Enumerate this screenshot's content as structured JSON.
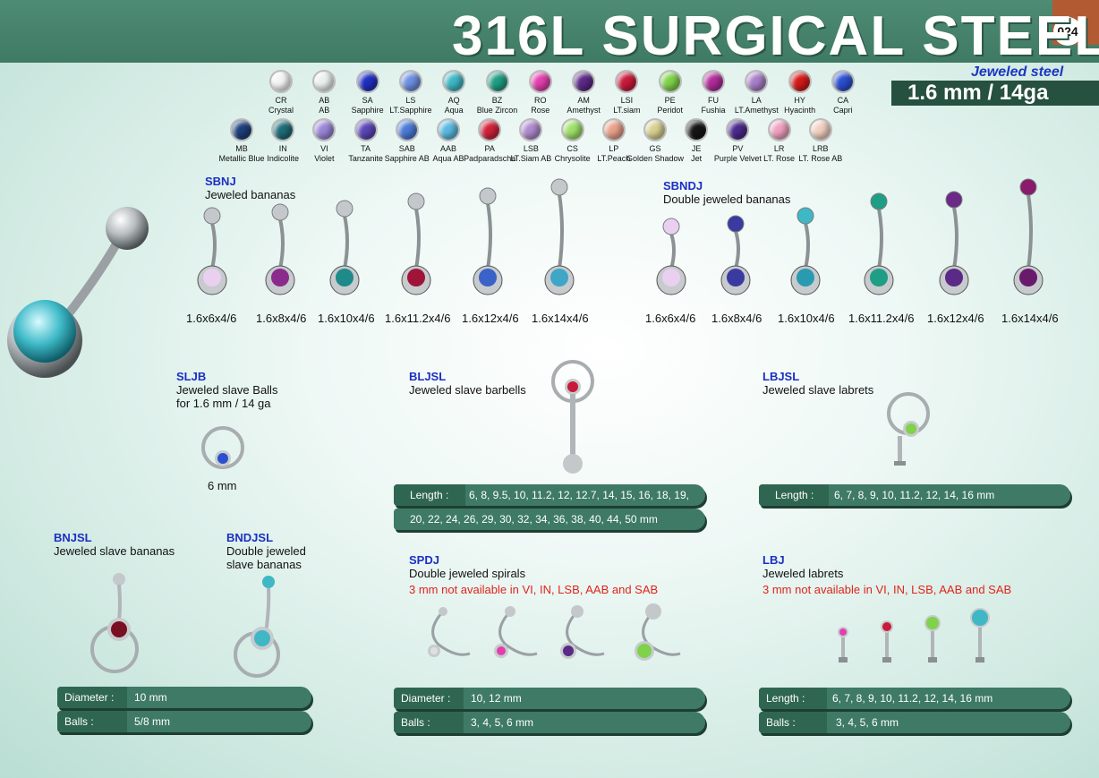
{
  "header": {
    "title": "316L SURGICAL STEEL",
    "page_number": "024",
    "subtitle": "Jeweled steel",
    "size": "1.6 mm / 14ga"
  },
  "colors": {
    "header_band": "#4e8c74",
    "bar_fill": "#3e7a65",
    "code_blue": "#1b2fc4",
    "note_red": "#e0241a",
    "page_tab": "#b25a32"
  },
  "gem_colors": {
    "row1": [
      {
        "code": "CR",
        "name": "Crystal",
        "hex": "#f4f4f4"
      },
      {
        "code": "AB",
        "name": "AB",
        "hex": "#e9f1ee"
      },
      {
        "code": "SA",
        "name": "Sapphire",
        "hex": "#1f2fc0"
      },
      {
        "code": "LS",
        "name": "LT.Sapphire",
        "hex": "#6c8fe0"
      },
      {
        "code": "AQ",
        "name": "Aqua",
        "hex": "#3fb7c4"
      },
      {
        "code": "BZ",
        "name": "Blue Zircon",
        "hex": "#1e9e84"
      },
      {
        "code": "RO",
        "name": "Rose",
        "hex": "#e23fae"
      },
      {
        "code": "AM",
        "name": "Amethyst",
        "hex": "#5b2a86"
      },
      {
        "code": "LSI",
        "name": "LT.siam",
        "hex": "#c81a3a"
      },
      {
        "code": "PE",
        "name": "Peridot",
        "hex": "#7fd24a"
      },
      {
        "code": "FU",
        "name": "Fushia",
        "hex": "#b02c9a"
      },
      {
        "code": "LA",
        "name": "LT.Amethyst",
        "hex": "#a77fc8"
      },
      {
        "code": "HY",
        "name": "Hyacinth",
        "hex": "#d41a1a"
      },
      {
        "code": "CA",
        "name": "Capri",
        "hex": "#2a4fd0"
      }
    ],
    "row2": [
      {
        "code": "MB",
        "name": "Metallic Blue",
        "hex": "#1d3f7a"
      },
      {
        "code": "IN",
        "name": "Indicolite",
        "hex": "#1e6c78"
      },
      {
        "code": "VI",
        "name": "Violet",
        "hex": "#9a86d8"
      },
      {
        "code": "TA",
        "name": "Tanzanite",
        "hex": "#5a46b8"
      },
      {
        "code": "SAB",
        "name": "Sapphire AB",
        "hex": "#4a7ad6"
      },
      {
        "code": "AAB",
        "name": "Aqua AB",
        "hex": "#5ab9e0"
      },
      {
        "code": "PA",
        "name": "Padparadscha",
        "hex": "#d0223a"
      },
      {
        "code": "LSB",
        "name": "LT.Siam AB",
        "hex": "#b08ad0"
      },
      {
        "code": "CS",
        "name": "Chrysolite",
        "hex": "#9ee06a"
      },
      {
        "code": "LP",
        "name": "LT.Peach",
        "hex": "#e8a08a"
      },
      {
        "code": "GS",
        "name": "Golden Shadow",
        "hex": "#d8d090"
      },
      {
        "code": "JE",
        "name": "Jet",
        "hex": "#151515"
      },
      {
        "code": "PV",
        "name": "Purple Velvet",
        "hex": "#4a2a8c"
      },
      {
        "code": "LR",
        "name": "LT. Rose",
        "hex": "#f0a0c0"
      },
      {
        "code": "LRB",
        "name": "LT. Rose AB",
        "hex": "#f2d0c0"
      }
    ]
  },
  "products": {
    "sbnj": {
      "code": "SBNJ",
      "desc": "Jeweled bananas",
      "sizes": [
        "1.6x6x4/6",
        "1.6x8x4/6",
        "1.6x10x4/6",
        "1.6x11.2x4/6",
        "1.6x12x4/6",
        "1.6x14x4/6"
      ]
    },
    "sbndj": {
      "code": "SBNDJ",
      "desc": "Double jeweled bananas",
      "sizes": [
        "1.6x6x4/6",
        "1.6x8x4/6",
        "1.6x10x4/6",
        "1.6x11.2x4/6",
        "1.6x12x4/6",
        "1.6x14x4/6"
      ]
    },
    "sljb": {
      "code": "SLJB",
      "desc1": "Jeweled slave Balls",
      "desc2": "for 1.6 mm / 14 ga",
      "size": "6 mm"
    },
    "bljsl": {
      "code": "BLJSL",
      "desc": "Jeweled slave barbells",
      "length_label": "Length :",
      "length_values_1": "6, 8, 9.5, 10, 11.2, 12, 12.7, 14, 15, 16, 18, 19,",
      "length_values_2": "20, 22, 24, 26, 29, 30, 32, 34, 36, 38, 40, 44, 50 mm"
    },
    "lbjsl": {
      "code": "LBJSL",
      "desc": "Jeweled slave labrets",
      "length_label": "Length :",
      "length_values": "6, 7, 8, 9, 10, 11.2, 12, 14, 16 mm"
    },
    "bnjsl": {
      "code": "BNJSL",
      "desc": "Jeweled slave bananas"
    },
    "bndjsl": {
      "code": "BNDJSL",
      "desc1": "Double jeweled",
      "desc2": "slave bananas"
    },
    "bnjsl_specs": {
      "diameter_label": "Diameter :",
      "diameter_value": "10 mm",
      "balls_label": "Balls :",
      "balls_value": "5/8 mm"
    },
    "spdj": {
      "code": "SPDJ",
      "desc": "Double jeweled spirals",
      "note": "3 mm not available in VI, IN, LSB, AAB and SAB",
      "diameter_label": "Diameter :",
      "diameter_value": "10, 12 mm",
      "balls_label": "Balls :",
      "balls_value": "3, 4, 5, 6 mm"
    },
    "lbj": {
      "code": "LBJ",
      "desc": "Jeweled labrets",
      "note": "3 mm not available in VI, IN, LSB, AAB and SAB",
      "length_label": "Length :",
      "length_values": "6, 7, 8, 9, 10, 11.2, 12, 14, 16 mm",
      "balls_label": "Balls :",
      "balls_value": "3, 4, 5, 6 mm"
    }
  }
}
